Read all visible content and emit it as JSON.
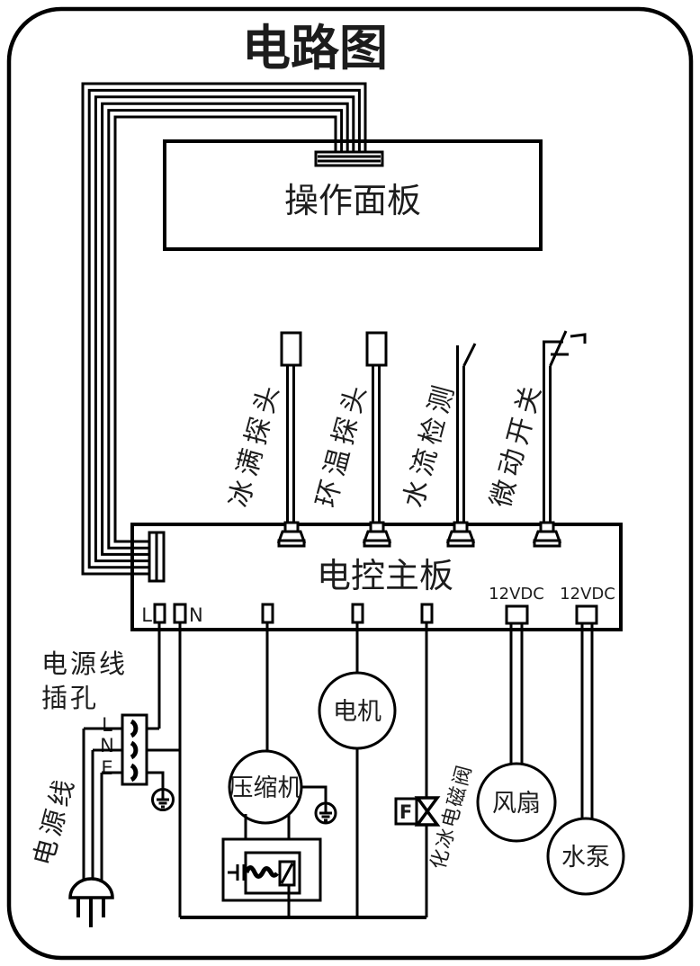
{
  "title": "电路图",
  "panel": {
    "label": "操作面板"
  },
  "board": {
    "label": "电控主板",
    "terminal_l": "L",
    "terminal_n": "N",
    "dc_left": "12VDC",
    "dc_right": "12VDC"
  },
  "sensors": [
    {
      "label": "冰满探头"
    },
    {
      "label": "环温探头"
    },
    {
      "label": "水流检测"
    },
    {
      "label": "微动开关"
    }
  ],
  "power": {
    "socket_label_line1": "电源线",
    "socket_label_line2": "插孔",
    "cord_label": "电源线",
    "pin_l": "L",
    "pin_n": "N",
    "pin_e": "E"
  },
  "components": {
    "compressor": "压缩机",
    "motor": "电机",
    "fan": "风扇",
    "pump": "水泵",
    "valve_letter": "F",
    "valve_label": "化冰电磁阀"
  },
  "colors": {
    "line": "#000000",
    "background": "#ffffff",
    "text": "#1c1c1c"
  }
}
